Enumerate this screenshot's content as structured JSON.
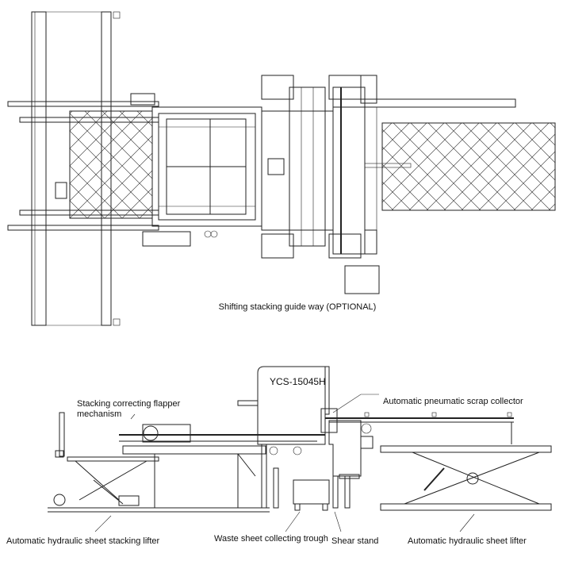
{
  "top_view": {
    "caption": "Shifting stacking guide way (OPTIONAL)"
  },
  "side_view": {
    "model": "YCS-15045H",
    "labels": {
      "flapper": "Stacking correcting flapper",
      "flapper_line2": "mechanism",
      "scrap_collector": "Automatic pneumatic scrap collector",
      "stacking_lifter": "Automatic hydraulic sheet stacking lifter",
      "waste_trough": "Waste sheet collecting trough",
      "shear_stand": "Shear stand",
      "sheet_lifter": "Automatic hydraulic sheet lifter"
    }
  }
}
